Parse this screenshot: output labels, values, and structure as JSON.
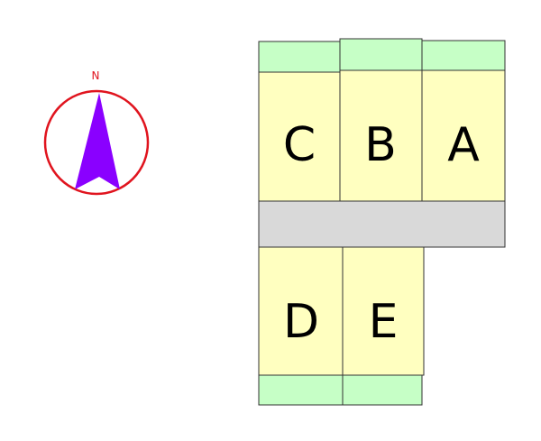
{
  "compass": {
    "label": "N",
    "ring_color": "#e0141e",
    "arrow_color": "#8a00ff"
  },
  "colors": {
    "lot_fill": "#ffffc0",
    "lot_stroke": "#333333",
    "strip_fill": "#c6ffc6",
    "road_fill": "#d9d9d9"
  },
  "lots": [
    {
      "id": "C",
      "label": "C"
    },
    {
      "id": "B",
      "label": "B"
    },
    {
      "id": "A",
      "label": "A"
    },
    {
      "id": "D",
      "label": "D"
    },
    {
      "id": "E",
      "label": "E"
    }
  ]
}
